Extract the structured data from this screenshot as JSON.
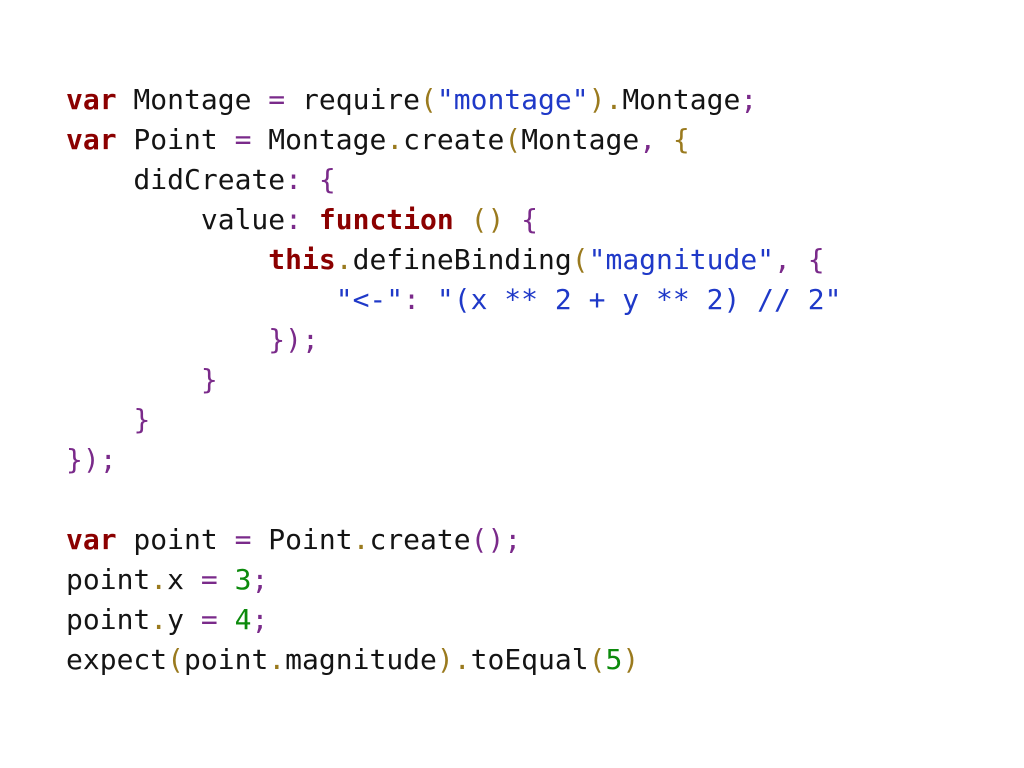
{
  "code_lines": [
    [
      {
        "t": "var",
        "c": "kw"
      },
      {
        "t": " Montage ",
        "c": "pl"
      },
      {
        "t": "=",
        "c": "pn"
      },
      {
        "t": " require",
        "c": "pl"
      },
      {
        "t": "(",
        "c": "pn2"
      },
      {
        "t": "\"montage\"",
        "c": "str"
      },
      {
        "t": ").",
        "c": "pn2"
      },
      {
        "t": "Montage",
        "c": "pl"
      },
      {
        "t": ";",
        "c": "pn"
      }
    ],
    [
      {
        "t": "var",
        "c": "kw"
      },
      {
        "t": " Point ",
        "c": "pl"
      },
      {
        "t": "=",
        "c": "pn"
      },
      {
        "t": " Montage",
        "c": "pl"
      },
      {
        "t": ".",
        "c": "pn2"
      },
      {
        "t": "create",
        "c": "pl"
      },
      {
        "t": "(",
        "c": "pn2"
      },
      {
        "t": "Montage",
        "c": "pl"
      },
      {
        "t": ",",
        "c": "pn"
      },
      {
        "t": " {",
        "c": "pn2"
      }
    ],
    [
      {
        "t": "    didCreate",
        "c": "pl"
      },
      {
        "t": ":",
        "c": "pn"
      },
      {
        "t": " {",
        "c": "pn"
      }
    ],
    [
      {
        "t": "        value",
        "c": "pl"
      },
      {
        "t": ":",
        "c": "pn"
      },
      {
        "t": " ",
        "c": "pl"
      },
      {
        "t": "function",
        "c": "kw"
      },
      {
        "t": " ()",
        "c": "pn2"
      },
      {
        "t": " {",
        "c": "pn"
      }
    ],
    [
      {
        "t": "            ",
        "c": "pl"
      },
      {
        "t": "this",
        "c": "kw"
      },
      {
        "t": ".",
        "c": "pn2"
      },
      {
        "t": "defineBinding",
        "c": "pl"
      },
      {
        "t": "(",
        "c": "pn2"
      },
      {
        "t": "\"magnitude\"",
        "c": "str"
      },
      {
        "t": ",",
        "c": "pn"
      },
      {
        "t": " {",
        "c": "pn"
      }
    ],
    [
      {
        "t": "                ",
        "c": "pl"
      },
      {
        "t": "\"<-\"",
        "c": "str"
      },
      {
        "t": ": ",
        "c": "pn"
      },
      {
        "t": "\"(x ** 2 + y ** 2) // 2\"",
        "c": "str"
      }
    ],
    [
      {
        "t": "            ",
        "c": "pl"
      },
      {
        "t": "});",
        "c": "pn"
      }
    ],
    [
      {
        "t": "        ",
        "c": "pl"
      },
      {
        "t": "}",
        "c": "pn"
      }
    ],
    [
      {
        "t": "    ",
        "c": "pl"
      },
      {
        "t": "}",
        "c": "pn"
      }
    ],
    [
      {
        "t": "});",
        "c": "pn"
      }
    ],
    [],
    [
      {
        "t": "var",
        "c": "kw"
      },
      {
        "t": " point ",
        "c": "pl"
      },
      {
        "t": "=",
        "c": "pn"
      },
      {
        "t": " Point",
        "c": "pl"
      },
      {
        "t": ".",
        "c": "pn2"
      },
      {
        "t": "create",
        "c": "pl"
      },
      {
        "t": "();",
        "c": "pn"
      }
    ],
    [
      {
        "t": "point",
        "c": "pl"
      },
      {
        "t": ".",
        "c": "pn2"
      },
      {
        "t": "x ",
        "c": "pl"
      },
      {
        "t": "=",
        "c": "pn"
      },
      {
        "t": " ",
        "c": "pl"
      },
      {
        "t": "3",
        "c": "num"
      },
      {
        "t": ";",
        "c": "pn"
      }
    ],
    [
      {
        "t": "point",
        "c": "pl"
      },
      {
        "t": ".",
        "c": "pn2"
      },
      {
        "t": "y ",
        "c": "pl"
      },
      {
        "t": "=",
        "c": "pn"
      },
      {
        "t": " ",
        "c": "pl"
      },
      {
        "t": "4",
        "c": "num"
      },
      {
        "t": ";",
        "c": "pn"
      }
    ],
    [
      {
        "t": "expect",
        "c": "pl"
      },
      {
        "t": "(",
        "c": "pn2"
      },
      {
        "t": "point",
        "c": "pl"
      },
      {
        "t": ".",
        "c": "pn2"
      },
      {
        "t": "magnitude",
        "c": "pl"
      },
      {
        "t": ").",
        "c": "pn2"
      },
      {
        "t": "toEqual",
        "c": "pl"
      },
      {
        "t": "(",
        "c": "pn2"
      },
      {
        "t": "5",
        "c": "num"
      },
      {
        "t": ")",
        "c": "pn2"
      }
    ]
  ],
  "colors": {
    "keyword": "#8b0000",
    "string": "#1f39c8",
    "number": "#0c8a0c",
    "punctuation": "#7a2a8a",
    "plain": "#141414",
    "background": "#ffffff"
  }
}
